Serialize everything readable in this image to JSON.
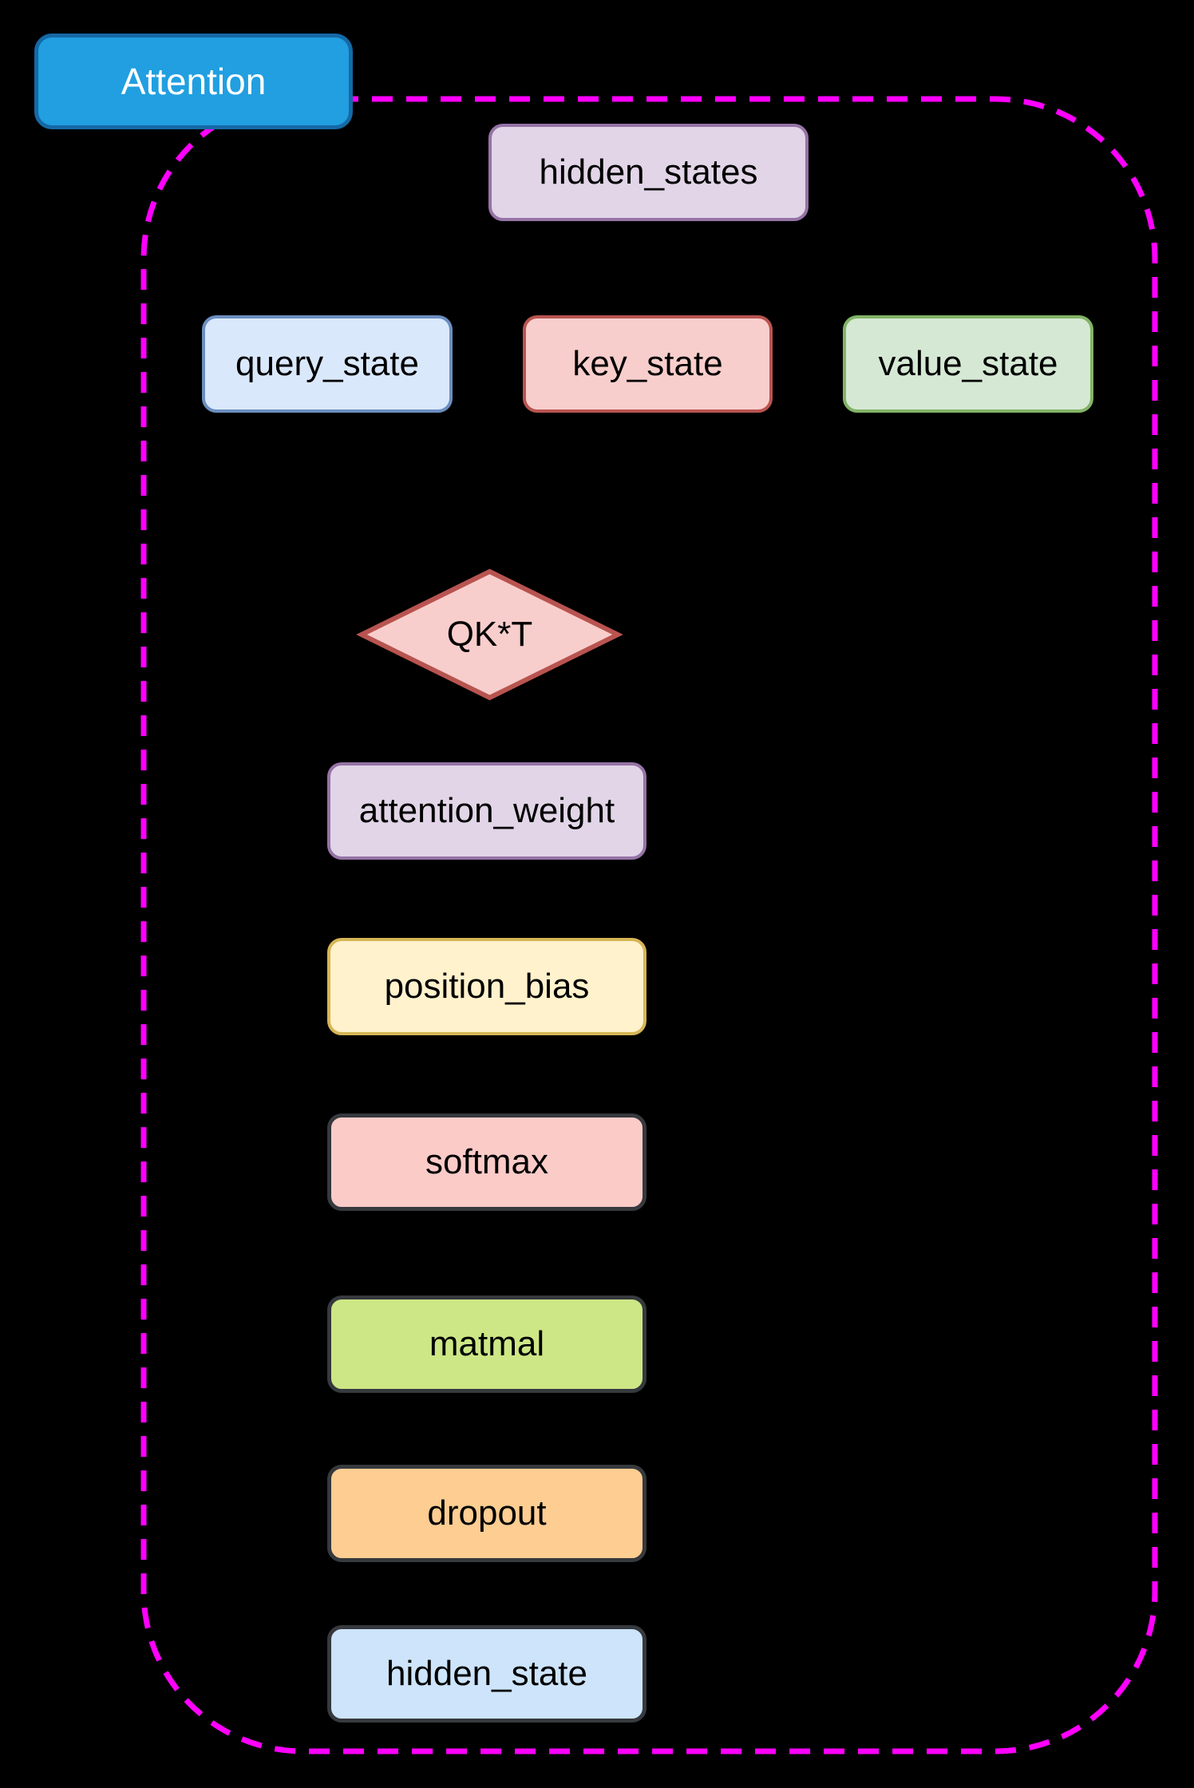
{
  "diagram": {
    "title": "Attention",
    "background_color": "#000000",
    "container": {
      "name": "attention-block-boundary",
      "border_color": "#FF00FF",
      "border_style": "dashed"
    },
    "title_tab": {
      "label": "Attention",
      "fill": "#219FE0",
      "border": "#1569A6",
      "text_color": "#FFFFFF"
    },
    "nodes": [
      {
        "id": "hidden_states",
        "label": "hidden_states",
        "shape": "rounded-rect",
        "fill": "#E1D5E7",
        "border": "#9673A6"
      },
      {
        "id": "query_state",
        "label": "query_state",
        "shape": "rounded-rect",
        "fill": "#DAE8FC",
        "border": "#6C8EBF"
      },
      {
        "id": "key_state",
        "label": "key_state",
        "shape": "rounded-rect",
        "fill": "#F8CECC",
        "border": "#B85450"
      },
      {
        "id": "value_state",
        "label": "value_state",
        "shape": "rounded-rect",
        "fill": "#D5E8D4",
        "border": "#82B366"
      },
      {
        "id": "qkt",
        "label": "QK*T",
        "shape": "diamond",
        "fill": "#F8CECC",
        "border": "#B85450"
      },
      {
        "id": "attention_weight",
        "label": "attention_weight",
        "shape": "rounded-rect",
        "fill": "#E1D5E7",
        "border": "#9673A6"
      },
      {
        "id": "position_bias",
        "label": "position_bias",
        "shape": "rounded-rect",
        "fill": "#FFF2CC",
        "border": "#D6B656"
      },
      {
        "id": "softmax",
        "label": "softmax",
        "shape": "rounded-rect",
        "fill": "#FBCBC8",
        "border": "#36393D"
      },
      {
        "id": "matmal",
        "label": "matmal",
        "shape": "rounded-rect",
        "fill": "#CDE786",
        "border": "#36393D"
      },
      {
        "id": "dropout",
        "label": "dropout",
        "shape": "rounded-rect",
        "fill": "#FDCD92",
        "border": "#36393D"
      },
      {
        "id": "hidden_state",
        "label": "hidden_state",
        "shape": "rounded-rect",
        "fill": "#CDE4FA",
        "border": "#36393D"
      }
    ]
  }
}
